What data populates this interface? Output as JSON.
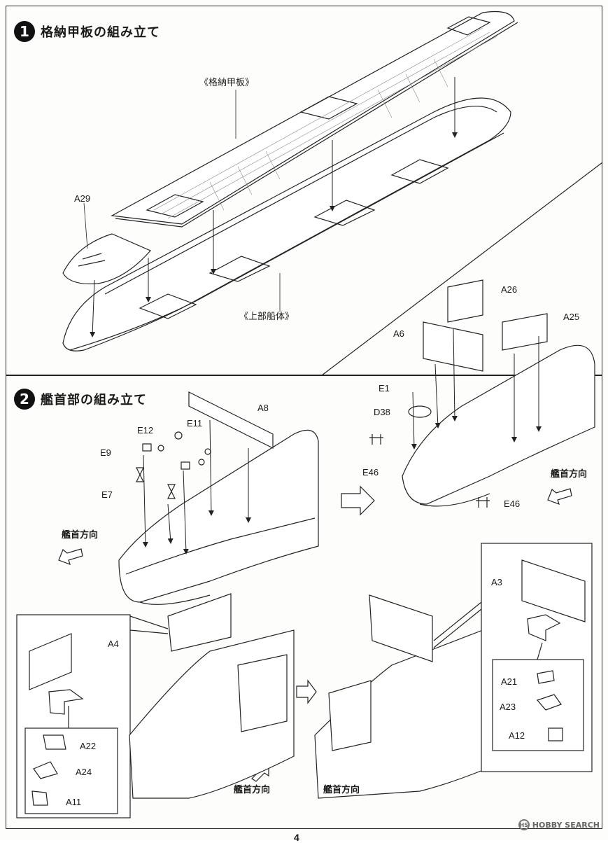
{
  "step1": {
    "number": "1",
    "title": "格納甲板の組み立て",
    "labels": {
      "hangar_deck": "《格納甲板》",
      "upper_hull": "《上部船体》",
      "a29": "A29"
    }
  },
  "step2": {
    "number": "2",
    "title": "艦首部の組み立て",
    "labels": {
      "a8": "A8",
      "e11": "E11",
      "e12": "E12",
      "e9": "E9",
      "e7": "E7",
      "a26": "A26",
      "a25": "A25",
      "a6": "A6",
      "e1": "E1",
      "d38": "D38",
      "e46_left": "E46",
      "e46_right": "E46",
      "bow_dir_left": "艦首方向",
      "bow_dir_right": "艦首方向",
      "a4": "A4",
      "a22": "A22",
      "a24": "A24",
      "a11": "A11",
      "a3": "A3",
      "a21": "A21",
      "a23": "A23",
      "a12": "A12",
      "bow_dir_bottom_left": "艦首方向",
      "bow_dir_bottom_right": "艦首方向"
    }
  },
  "watermark": {
    "text": "HOBBY SEARCH",
    "logo": "HS"
  },
  "page_number": "4"
}
